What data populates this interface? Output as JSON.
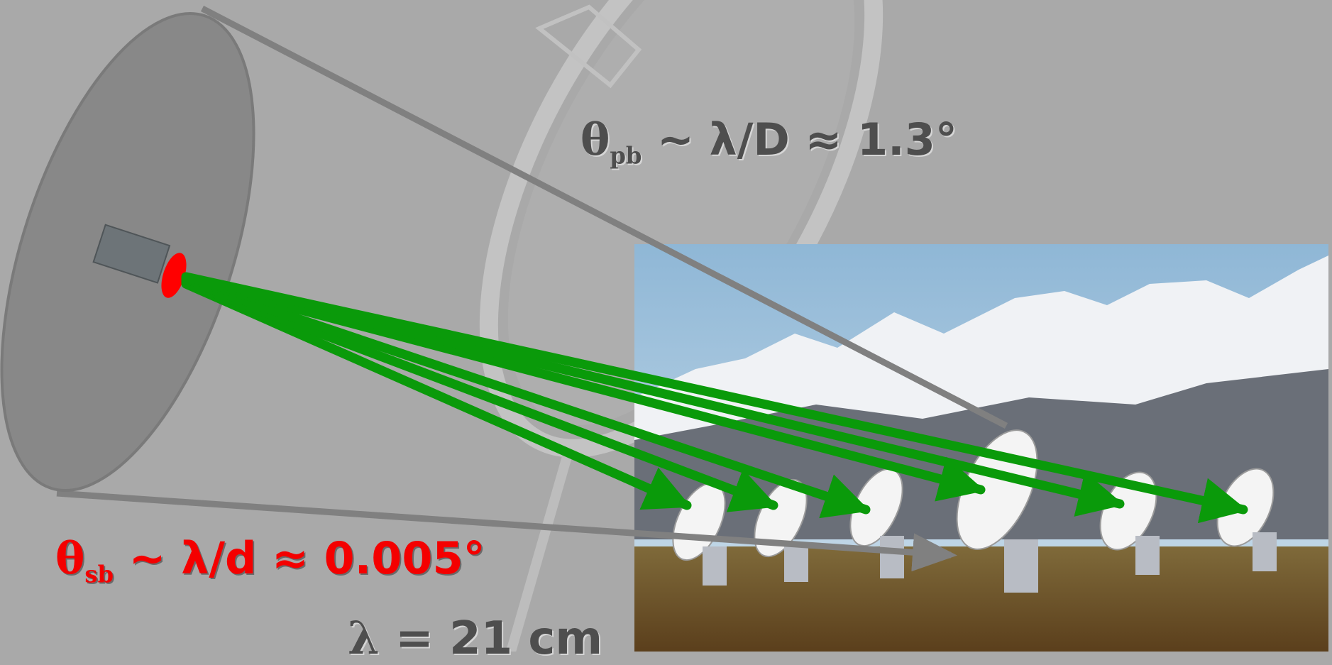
{
  "primary_beam": {
    "symbol": "θ",
    "subscript": "pb",
    "expression": " ~ λ/D ≈ 1.3°"
  },
  "synthesized_beam": {
    "symbol": "θ",
    "subscript": "sb",
    "expression": " ~ λ/d ≈ 0.005°"
  },
  "wavelength": {
    "symbol": "λ",
    "expression": " = 21 cm"
  },
  "colors": {
    "background": "#a9a9a9",
    "primary_beam_cone": "#808080",
    "synthesized_beams": "#0a9a0a",
    "synthesized_beam_focus": "#ff0000",
    "label_dark": "#4e4e4e",
    "label_red": "#f40000"
  },
  "icons": [
    "dish-antenna-icon",
    "antenna-feed-icon",
    "mountain-photo-icon"
  ]
}
